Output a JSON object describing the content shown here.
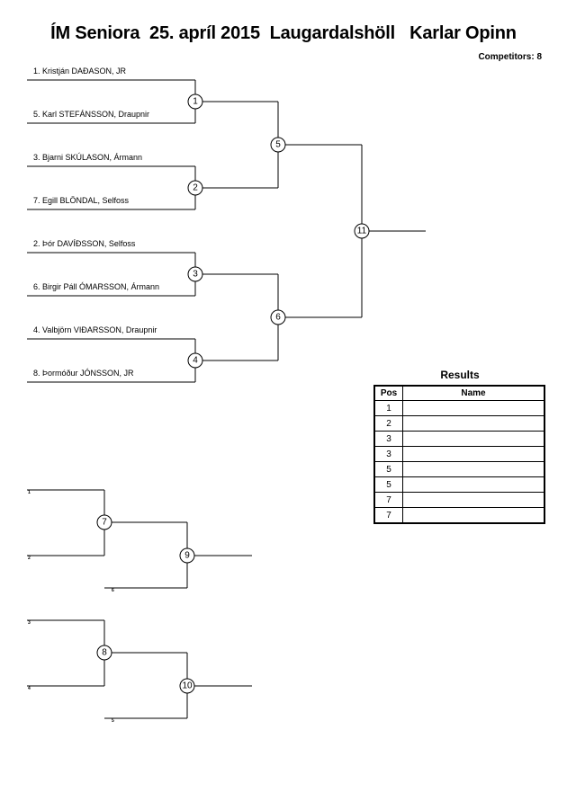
{
  "header": {
    "title": "ÍM Seniora  25. apríl 2015  Laugardalshöll   Karlar Opinn",
    "competitors": "Competitors: 8"
  },
  "main_bracket": {
    "players": [
      "1. Kristján DAÐASON, JR",
      "5. Karl  STEFÁNSSON, Draupnir",
      "3. Bjarni SKÚLASON, Ármann",
      "7. Egill BLÖNDAL, Selfoss",
      "2. Þór DAVÍÐSSON, Selfoss",
      "6. Birgir Páll ÓMARSSON, Ármann",
      "4. Valbjörn VIÐARSSON, Draupnir",
      "8. Þormóður JÓNSSON, JR"
    ],
    "matches": [
      "1",
      "2",
      "3",
      "4",
      "5",
      "6",
      "11"
    ]
  },
  "repechage": {
    "seeds": [
      "1",
      "2",
      "6",
      "3",
      "4",
      "5"
    ],
    "matches": [
      "7",
      "9",
      "8",
      "10"
    ]
  },
  "results": {
    "title": "Results",
    "headers": {
      "pos": "Pos",
      "name": "Name"
    },
    "positions": [
      "1",
      "2",
      "3",
      "3",
      "5",
      "5",
      "7",
      "7"
    ]
  }
}
